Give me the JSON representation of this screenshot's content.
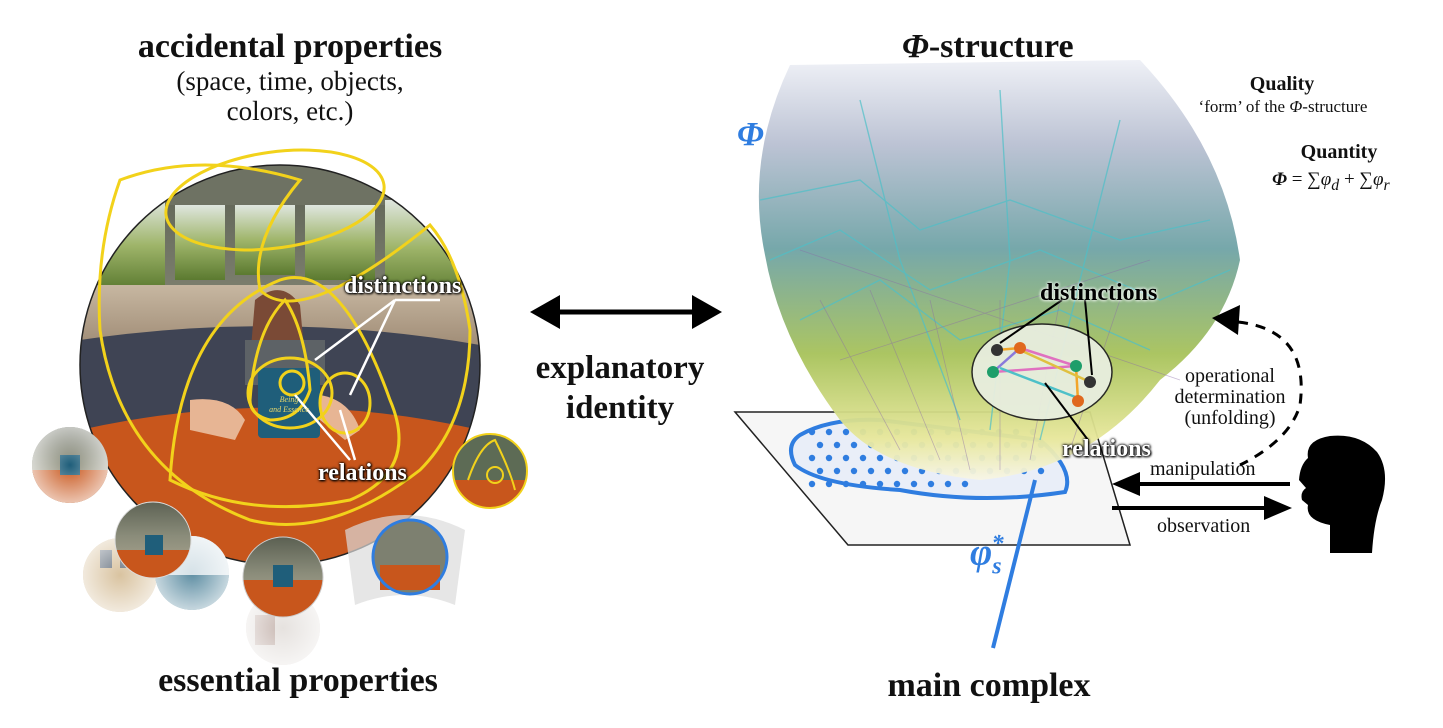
{
  "left": {
    "title": "accidental properties",
    "subtitle_line1": "(space, time, objects,",
    "subtitle_line2": "colors, etc.)",
    "bottom_title": "essential properties",
    "distinctions_label": "distinctions",
    "relations_label": "relations",
    "book_text_line1": "Being",
    "book_text_line2": "and Essence"
  },
  "center": {
    "label_line1": "explanatory",
    "label_line2": "identity"
  },
  "right": {
    "title_symbol": "Φ",
    "title_rest": "-structure",
    "phi_label": "Φ",
    "quality_title": "Quality",
    "quality_desc_prefix": "‘form’ of the ",
    "quality_desc_symbol": "Φ",
    "quality_desc_suffix": "-structure",
    "quantity_title": "Quantity",
    "quantity_formula_lhs": "Φ",
    "quantity_formula_eq": " = ∑",
    "quantity_formula_term1": "φ",
    "quantity_formula_sub1": "d",
    "quantity_formula_plus": " +  ∑",
    "quantity_formula_term2": "φ",
    "quantity_formula_sub2": "r",
    "distinctions_label": "distinctions",
    "relations_label": "relations",
    "operational_line1": "operational",
    "operational_line2": "determination",
    "operational_line3": "(unfolding)",
    "manipulation_label": "manipulation",
    "observation_label": "observation",
    "phi_s_symbol": "φ",
    "phi_s_sub": "s",
    "phi_s_sup": "*",
    "bottom_title": "main complex"
  },
  "colors": {
    "accent_blue": "#2f7de0",
    "outline_yellow": "#f2d21b",
    "node_green": "#1e9e6a",
    "node_orange": "#e0681e",
    "node_dark": "#333333"
  }
}
